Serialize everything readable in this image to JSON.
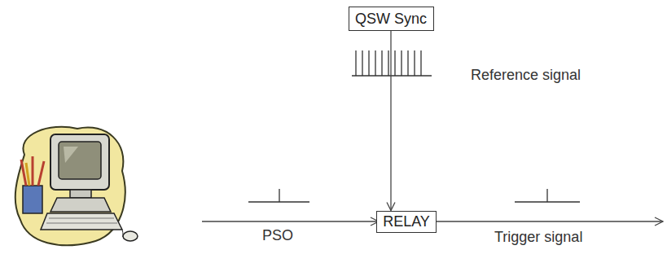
{
  "diagram": {
    "nodes": [
      {
        "text": [
          "QSW Sync"
        ]
      },
      {
        "text": [
          "RELAY"
        ]
      }
    ],
    "edges": [
      {
        "from": 0,
        "to": 1,
        "arrow": "to"
      }
    ],
    "labels": [
      "Reference signal",
      "PSO",
      "Trigger signal"
    ]
  }
}
